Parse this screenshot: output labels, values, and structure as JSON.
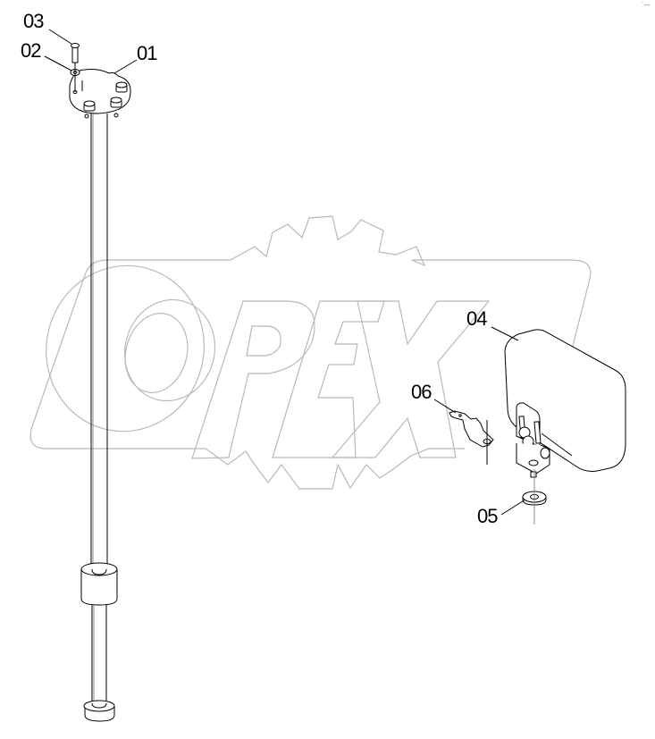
{
  "diagram": {
    "type": "exploded parts diagram",
    "watermark": {
      "text": "OPEX",
      "color": "#b9b9b9"
    },
    "corner_mark": "´—",
    "callouts": [
      {
        "id": "01",
        "label": "01",
        "part": "flange cover with bolts"
      },
      {
        "id": "02",
        "label": "02",
        "part": "washer"
      },
      {
        "id": "03",
        "label": "03",
        "part": "bolt"
      },
      {
        "id": "04",
        "label": "04",
        "part": "rear-view mirror"
      },
      {
        "id": "05",
        "label": "05",
        "part": "washer"
      },
      {
        "id": "06",
        "label": "06",
        "part": "bracket plate"
      }
    ],
    "colors": {
      "line": "#000000",
      "watermark": "#b9b9b9",
      "background": "#ffffff"
    }
  }
}
